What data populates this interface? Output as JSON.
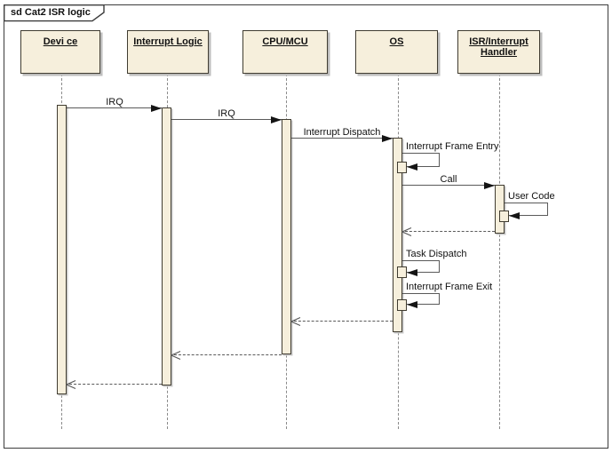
{
  "frame": {
    "title": "sd Cat2 ISR logic"
  },
  "lifelines": [
    {
      "label": "Devi ce"
    },
    {
      "label": "Interrupt Logic"
    },
    {
      "label": "CPU/MCU"
    },
    {
      "label": "OS"
    },
    {
      "label": "ISR/Interrupt Handler"
    }
  ],
  "messages": [
    {
      "label": "IRQ",
      "from": "Devi ce",
      "to": "Interrupt Logic",
      "type": "sync"
    },
    {
      "label": "IRQ",
      "from": "Interrupt Logic",
      "to": "CPU/MCU",
      "type": "sync"
    },
    {
      "label": "Interrupt Dispatch",
      "from": "CPU/MCU",
      "to": "OS",
      "type": "sync"
    },
    {
      "label": "Interrupt Frame Entry",
      "from": "OS",
      "to": "OS",
      "type": "self"
    },
    {
      "label": "Call",
      "from": "OS",
      "to": "ISR/Interrupt Handler",
      "type": "sync"
    },
    {
      "label": "User Code",
      "from": "ISR/Interrupt Handler",
      "to": "ISR/Interrupt Handler",
      "type": "self"
    },
    {
      "label": "",
      "from": "ISR/Interrupt Handler",
      "to": "OS",
      "type": "return"
    },
    {
      "label": "Task Dispatch",
      "from": "OS",
      "to": "OS",
      "type": "self"
    },
    {
      "label": "Interrupt Frame Exit",
      "from": "OS",
      "to": "OS",
      "type": "self"
    },
    {
      "label": "",
      "from": "OS",
      "to": "CPU/MCU",
      "type": "return"
    },
    {
      "label": "",
      "from": "CPU/MCU",
      "to": "Interrupt Logic",
      "type": "return"
    },
    {
      "label": "",
      "from": "Interrupt Logic",
      "to": "Devi ce",
      "type": "return"
    }
  ],
  "colors": {
    "element_fill": "#F6EFDC",
    "element_border": "#403C31",
    "message_line": "#5A5A5A",
    "arrowhead": "#141414",
    "lifeline_dash": "#8A8A8A",
    "shadow": "#BEBEBE",
    "background": "#FFFFFF"
  }
}
